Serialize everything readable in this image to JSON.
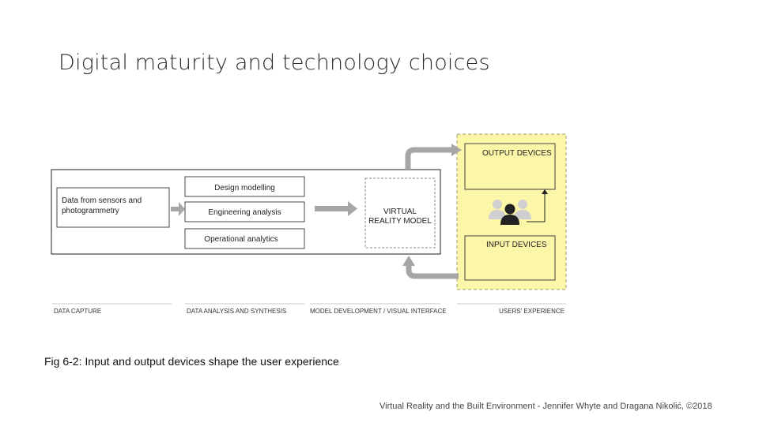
{
  "slide": {
    "title": "Digital maturity and technology choices",
    "caption": "Fig 6-2: Input and output devices shape the user experience",
    "footer": "Virtual Reality and the Built Environment - Jennifer Whyte and Dragana Nikolić, ©2018"
  },
  "diagram": {
    "data_source": [
      "Data from sensors and",
      "photogrammetry"
    ],
    "analysis_boxes": [
      "Design modelling",
      "Engineering analysis",
      "Operational analytics"
    ],
    "vr_model": [
      "VIRTUAL",
      "REALITY MODEL"
    ],
    "output_devices": "OUTPUT DEVICES",
    "input_devices": "INPUT DEVICES",
    "stages": [
      "DATA CAPTURE",
      "DATA ANALYSIS AND SYNTHESIS",
      "MODEL DEVELOPMENT / VISUAL INTERFACE",
      "USERS' EXPERIENCE"
    ],
    "colors": {
      "user_zone_fill": "#fbf6a8",
      "user_zone_border": "#9c9c6a",
      "arrow_gray": "#a6a6a6",
      "people_gray": "#cfcfcf",
      "person_dark": "#222222"
    }
  }
}
